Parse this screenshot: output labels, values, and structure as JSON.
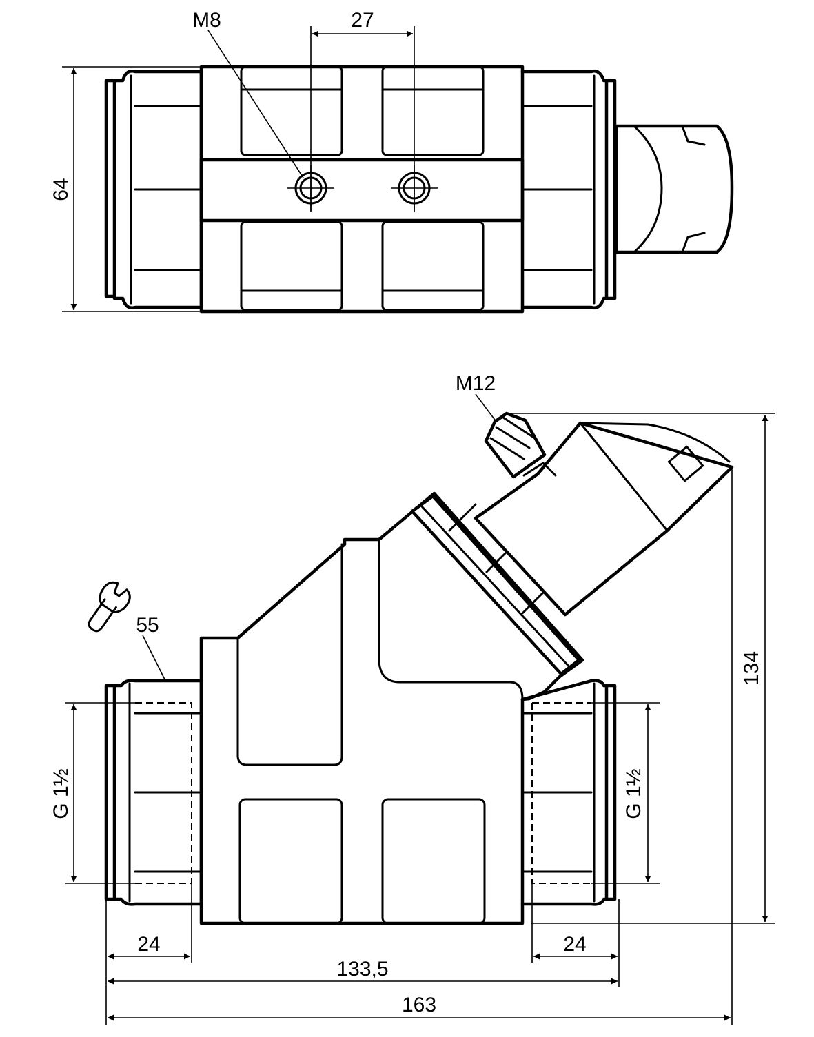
{
  "top_view": {
    "thread_label": "M8",
    "hole_spacing": "27",
    "height": "64"
  },
  "side_view": {
    "connector_label": "M12",
    "wrench_size": "55",
    "pipe_thread_left": "G 1½",
    "pipe_thread_right": "G 1½",
    "height": "134",
    "thread_depth_left": "24",
    "thread_depth_right": "24",
    "body_length": "133,5",
    "total_length": "163"
  },
  "icons": {
    "wrench": "wrench-icon"
  }
}
